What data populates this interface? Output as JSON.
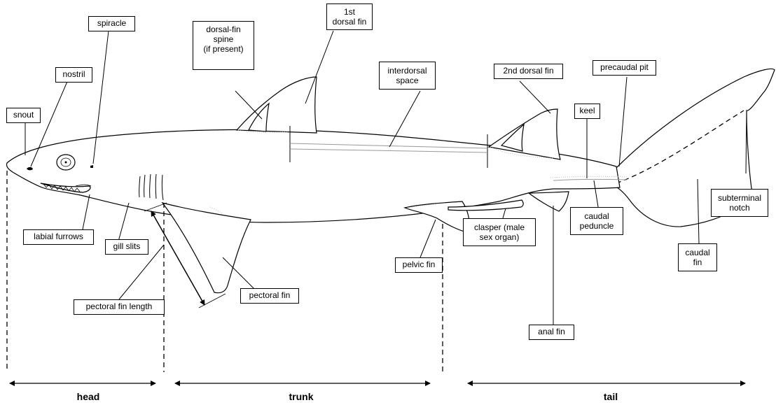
{
  "labels": {
    "spiracle": "spiracle",
    "nostril": "nostril",
    "snout": "snout",
    "dorsal_fin_spine": "dorsal-fin\nspine\n(if present)",
    "first_dorsal_fin": "1st\ndorsal fin",
    "interdorsal_space": "interdorsal\nspace",
    "second_dorsal_fin": "2nd dorsal fin",
    "precaudal_pit": "precaudal pit",
    "keel": "keel",
    "subterminal_notch": "subterminal\nnotch",
    "caudal_peduncle": "caudal\npeduncle",
    "caudal_fin": "caudal\nfin",
    "labial_furrows": "labial furrows",
    "gill_slits": "gill slits",
    "clasper": "clasper (male\nsex organ)",
    "pelvic_fin": "pelvic fin",
    "pectoral_fin_length": "pectoral fin length",
    "pectoral_fin": "pectoral fin",
    "anal_fin": "anal fin"
  },
  "regions": {
    "head": "head",
    "trunk": "trunk",
    "tail": "tail"
  }
}
